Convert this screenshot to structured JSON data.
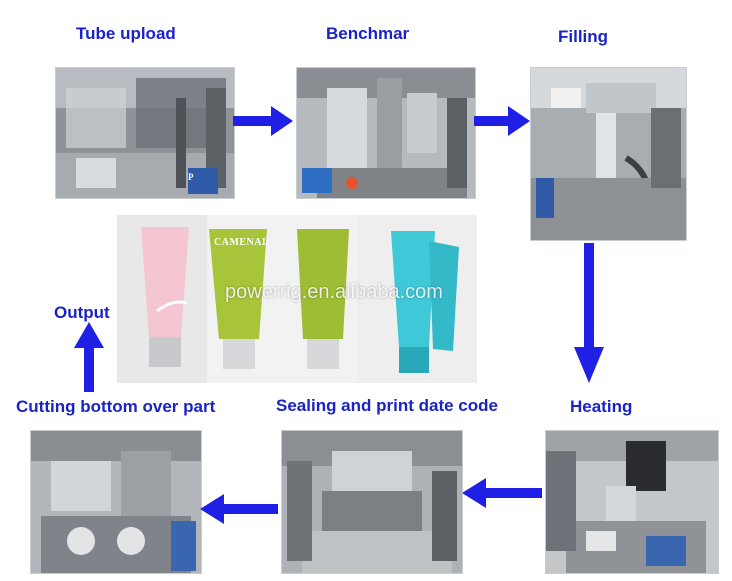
{
  "steps": {
    "tube_upload": "Tube upload",
    "benchmark": "Benchmar",
    "filling": "Filling",
    "heating": "Heating",
    "sealing": "Sealing and print date code",
    "cutting": "Cutting bottom over part",
    "output": "Output"
  },
  "watermark": "powerrig.en.alibaba.com",
  "product_brand": "CAMENAL",
  "colors": {
    "label_blue": "#1a23c8",
    "arrow_blue": "#1f1fe6",
    "tube_pink": "#f4c6d2",
    "tube_green": "#a7c43a",
    "tube_cyan": "#3fc9d8"
  },
  "icons": {
    "flow_arrow": "arrow-icon",
    "logo": "powerrig-logo-icon"
  }
}
